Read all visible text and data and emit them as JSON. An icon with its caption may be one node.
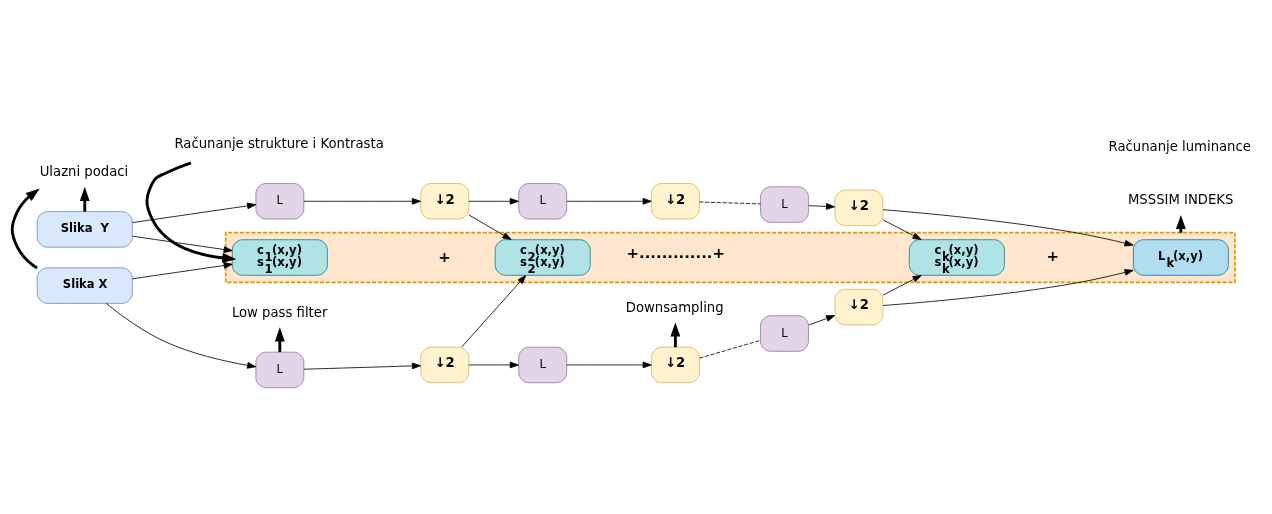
{
  "diagram": {
    "nodes": [
      {
        "text": [
          "Ulazni podaci"
        ]
      },
      {
        "text": [
          "Low pass filter"
        ]
      },
      {
        "text": [
          "Downsampling"
        ]
      },
      {
        "text": [
          "MSSSIM INDEKS"
        ]
      },
      {
        "text": [
          "Slika X"
        ]
      },
      {
        "text": [
          "L"
        ]
      },
      {
        "text": [
          "↓2"
        ]
      },
      {
        "text": [
          "L"
        ]
      },
      {
        "text": [
          "↓2"
        ]
      },
      {
        "text": [
          "L"
        ]
      },
      {
        "text": [
          "↓2"
        ]
      },
      {
        "text": [],
        "shape": "box"
      },
      {
        "text": [
          "c$_{1}$(x,y)",
          "s$_{1}$(x,y)"
        ],
        "in": 11
      },
      {
        "text": [
          "c$_{2}$(x,y)",
          "s$_{2}$(x,y)"
        ],
        "in": 11
      },
      {
        "text": [
          "c$_{k}$(x,y)",
          "s$_{k}$(x,y)"
        ],
        "in": 11
      },
      {
        "text": [
          "L$_{k}$(x,y)"
        ],
        "in": 11
      },
      {
        "text": [
          "Slika  Y"
        ]
      },
      {
        "text": [
          "L"
        ]
      },
      {
        "text": [
          "↓2"
        ]
      },
      {
        "text": [
          "L"
        ]
      },
      {
        "text": [
          "↓2"
        ]
      },
      {
        "text": [
          "L"
        ]
      },
      {
        "text": [
          "↓2"
        ]
      },
      {
        "text": [
          "Računanje strukture i Kontrasta"
        ]
      }
    ],
    "edges": [
      {
        "from": 4,
        "to": 0,
        "arrow": "to",
        "style": "thick"
      },
      {
        "from": 16,
        "to": 0,
        "arrow": "to",
        "style": "thick"
      },
      {
        "from": 5,
        "to": 1,
        "arrow": "to",
        "style": "thick"
      },
      {
        "from": 8,
        "to": 2,
        "arrow": "to",
        "style": "thick"
      },
      {
        "from": 11,
        "to": 3,
        "arrow": "to",
        "style": "thick"
      },
      {
        "from": 23,
        "to": 12,
        "arrow": "to",
        "style": "thick"
      },
      {
        "from": 4,
        "to": 5,
        "arrow": "to"
      },
      {
        "from": 5,
        "to": 6,
        "arrow": "to"
      },
      {
        "from": 6,
        "to": 7,
        "arrow": "to"
      },
      {
        "from": 7,
        "to": 8,
        "arrow": "to"
      },
      {
        "from": 8,
        "to": 9,
        "arrow": "none",
        "style": "dashed"
      },
      {
        "from": 9,
        "to": 10,
        "arrow": "to"
      },
      {
        "from": 4,
        "to": 12,
        "arrow": "to"
      },
      {
        "from": 6,
        "to": 13,
        "arrow": "to"
      },
      {
        "from": 10,
        "to": 14,
        "arrow": "to"
      },
      {
        "from": 10,
        "to": 15,
        "arrow": "to"
      },
      {
        "from": 16,
        "to": 17,
        "arrow": "to"
      },
      {
        "from": 17,
        "to": 18,
        "arrow": "to"
      },
      {
        "from": 18,
        "to": 19,
        "arrow": "to"
      },
      {
        "from": 19,
        "to": 20,
        "arrow": "to"
      },
      {
        "from": 20,
        "to": 21,
        "arrow": "none",
        "style": "dashed"
      },
      {
        "from": 21,
        "to": 22,
        "arrow": "to"
      },
      {
        "from": 16,
        "to": 12,
        "arrow": "to"
      },
      {
        "from": 18,
        "to": 13,
        "arrow": "to"
      },
      {
        "from": 22,
        "to": 14,
        "arrow": "to"
      },
      {
        "from": 22,
        "to": 15,
        "arrow": "to"
      }
    ],
    "labels": [
      "+",
      "+.............+",
      "+",
      "Računanje luminance"
    ]
  }
}
